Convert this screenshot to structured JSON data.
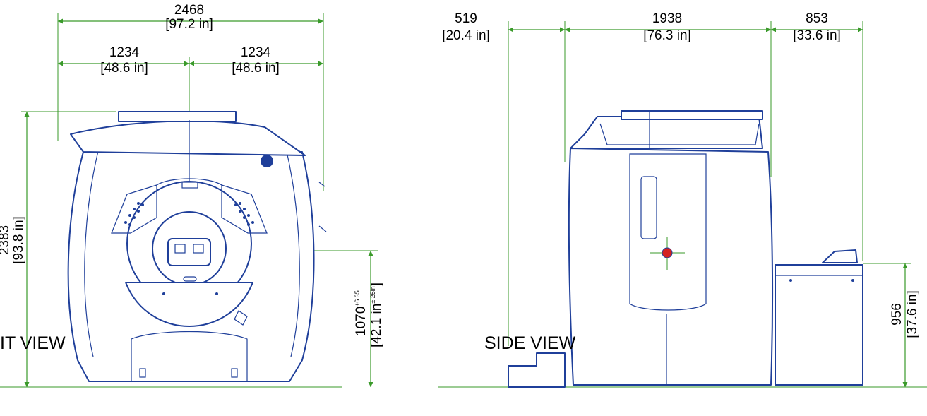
{
  "front": {
    "overall_width": {
      "mm": "2468",
      "in": "[97.2 in]"
    },
    "half_left": {
      "mm": "1234",
      "in": "[48.6 in]"
    },
    "half_right": {
      "mm": "1234",
      "in": "[48.6 in]"
    },
    "height": {
      "mm": "2383",
      "in": "[93.8 in]"
    },
    "bore_height": {
      "mm": "1070",
      "mm_tol": "±6.35",
      "in": "[42.1 in",
      "in_tol": "±.25in",
      "in_close": "]"
    },
    "title": "IT VIEW"
  },
  "side": {
    "rear": {
      "mm": "519",
      "in": "[20.4 in]"
    },
    "body": {
      "mm": "1938",
      "in": "[76.3 in]"
    },
    "front": {
      "mm": "853",
      "in": "[33.6 in]"
    },
    "table_height": {
      "mm": "956",
      "in": "[37.6 in]"
    },
    "title": "SIDE VIEW"
  },
  "colors": {
    "outline": "#1f3f9a",
    "dimension": "#3a9a2a",
    "isocenter": "#d42020"
  }
}
